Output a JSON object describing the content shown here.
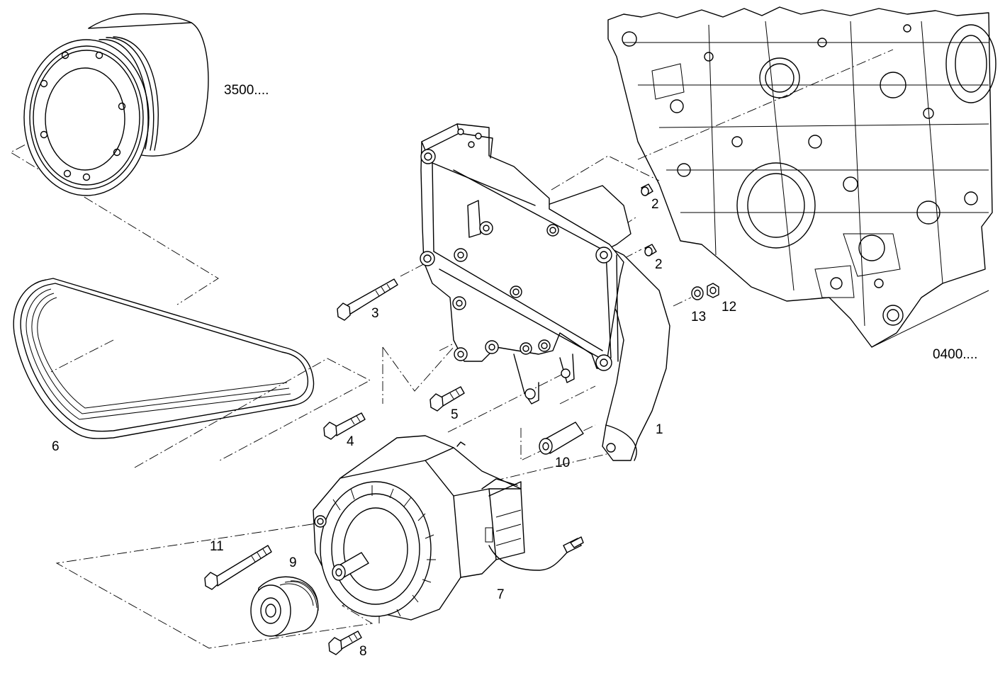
{
  "drawing": {
    "refs": {
      "pulley_group": "3500....",
      "engine_block_group": "0400...."
    },
    "callouts": {
      "bracket": "1",
      "bushing_upper": "2",
      "bushing_lower": "2",
      "screw_bracket": "3",
      "screw_lower": "4",
      "screw_mid": "5",
      "belt": "6",
      "alternator": "7",
      "screw_pulley": "8",
      "pulley": "9",
      "spacer": "10",
      "long_screw": "11",
      "nut": "12",
      "washer": "13"
    }
  }
}
